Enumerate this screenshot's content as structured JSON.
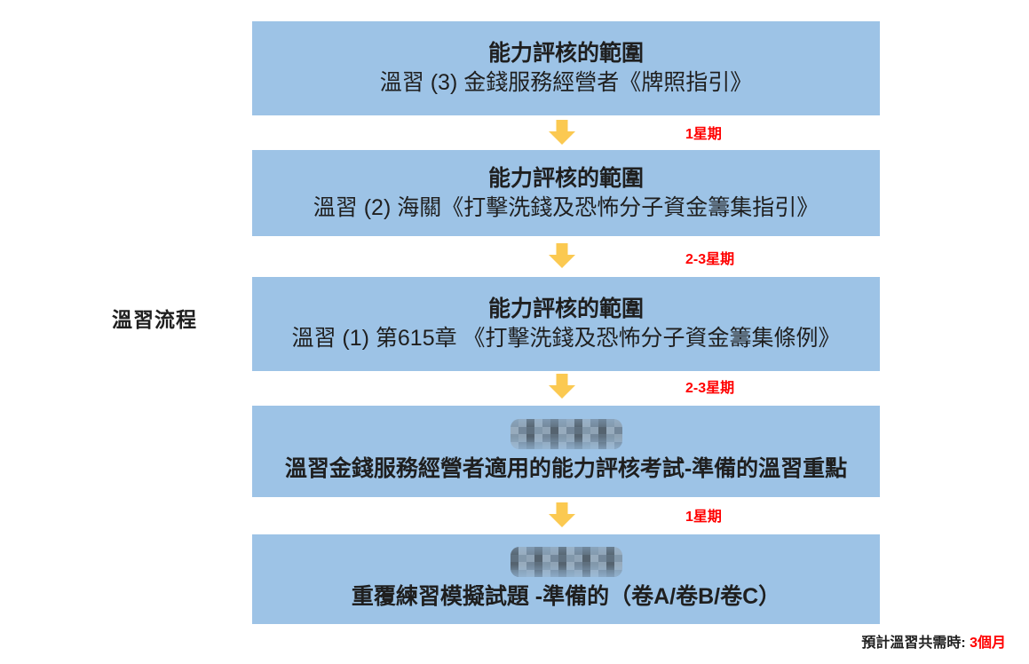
{
  "flow_label": "溫習流程",
  "colors": {
    "background": "#ffffff",
    "box_bg": "#9dc3e6",
    "arrow": "#fbc951",
    "duration_text": "#ff0000",
    "box_text": "#1f1f1f"
  },
  "boxes": [
    {
      "title": "能力評核的範圍",
      "subtitle": "溫習 (3) 金錢服務經營者《牌照指引》"
    },
    {
      "title": "能力評核的範圍",
      "subtitle": "溫習 (2) 海關《打擊洗錢及恐怖分子資金籌集指引》"
    },
    {
      "title": "能力評核的範圍",
      "subtitle": "溫習 (1) 第615章 《打擊洗錢及恐怖分子資金籌集條例》"
    },
    {
      "redacted": true,
      "text": "溫習金錢服務經營者適用的能力評核考試-準備的溫習重點"
    },
    {
      "redacted": true,
      "text": "重覆練習模擬試題 -準備的（卷A/卷B/卷C）"
    }
  ],
  "arrows": [
    {
      "duration": "1星期"
    },
    {
      "duration": "2-3星期"
    },
    {
      "duration": "2-3星期"
    },
    {
      "duration": "1星期"
    }
  ],
  "footer": {
    "prefix": "預計溫習共需時: ",
    "duration": "3個月"
  },
  "redaction": {
    "palette": [
      "#8298ab",
      "#5f707f",
      "#73879a",
      "#97abbd",
      "#55636f",
      "#8fa3b5"
    ]
  }
}
